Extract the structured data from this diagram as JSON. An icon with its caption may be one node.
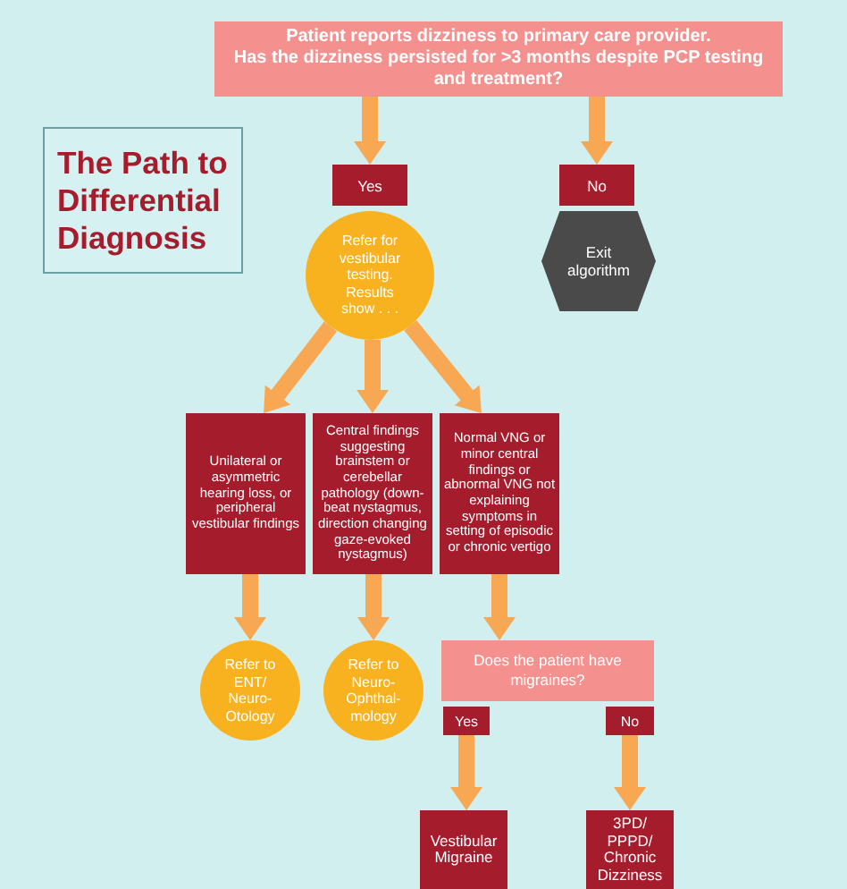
{
  "diagram": {
    "title": "The Path to Differential Diagnosis",
    "nodes": [
      {
        "text": [
          "Patient reports dizziness to primary care provider.",
          "Has the dizziness persisted for >3 months despite PCP testing and treatment?"
        ]
      },
      {
        "text": [
          "Yes"
        ]
      },
      {
        "text": [
          "No"
        ]
      },
      {
        "text": [
          "Refer for vestibular testing. Results show . . ."
        ]
      },
      {
        "text": [
          "Exit algorithm"
        ]
      },
      {
        "text": [
          "Unilateral or asymmetric hearing loss, or peripheral vestibular findings"
        ]
      },
      {
        "text": [
          "Central findings suggesting brainstem or cerebellar pathology (down-beat nystagmus, direction changing gaze-evoked nystagmus)"
        ]
      },
      {
        "text": [
          "Normal VNG or minor central findings or abnormal VNG not explaining symptoms in setting of episodic or chronic vertigo"
        ]
      },
      {
        "text": [
          "Refer to ENT/ Neuro-Otology"
        ]
      },
      {
        "text": [
          "Refer to Neuro-Ophthal-mology"
        ]
      },
      {
        "text": [
          "Does the patient have migraines?"
        ]
      },
      {
        "text": [
          "Yes"
        ]
      },
      {
        "text": [
          "No"
        ]
      },
      {
        "text": [
          "Vestibular Migraine"
        ]
      },
      {
        "text": [
          "3PD/ PPPD/ Chronic Dizziness"
        ]
      }
    ],
    "edges": [
      {
        "from": 0,
        "to": 1,
        "arrow": "to"
      },
      {
        "from": 0,
        "to": 2,
        "arrow": "to"
      },
      {
        "from": 3,
        "to": 5,
        "arrow": "to"
      },
      {
        "from": 3,
        "to": 6,
        "arrow": "to"
      },
      {
        "from": 3,
        "to": 7,
        "arrow": "to"
      },
      {
        "from": 5,
        "to": 8,
        "arrow": "to"
      },
      {
        "from": 6,
        "to": 9,
        "arrow": "to"
      },
      {
        "from": 7,
        "to": 10,
        "arrow": "to"
      },
      {
        "from": 11,
        "to": 13,
        "arrow": "to"
      },
      {
        "from": 12,
        "to": 14,
        "arrow": "to"
      }
    ]
  }
}
